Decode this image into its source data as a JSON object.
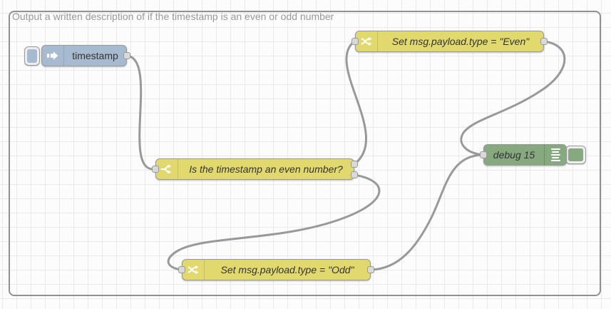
{
  "workspace": {
    "comment": "Output a written description of if the timestamp is an even or odd number"
  },
  "nodes": {
    "inject": {
      "label": "timestamp",
      "icon": "inject-arrow-icon"
    },
    "switch": {
      "label": "Is the timestamp an even number?",
      "icon": "switch-fork-icon",
      "outputs": 2
    },
    "change_even": {
      "label": "Set msg.payload.type = \"Even\"",
      "icon": "change-shuffle-icon"
    },
    "change_odd": {
      "label": "Set msg.payload.type = \"Odd\"",
      "icon": "change-shuffle-icon"
    },
    "debug": {
      "label": "debug 15",
      "icon": "debug-output-icon"
    }
  },
  "colors": {
    "inject_node": "#a6bbcf",
    "function_node_yellow": "#e2d96e",
    "debug_node_green": "#87a980",
    "wire": "#999999",
    "node_border": "#999999",
    "comment_text": "#999999",
    "grid_line": "#e9e9e9"
  }
}
